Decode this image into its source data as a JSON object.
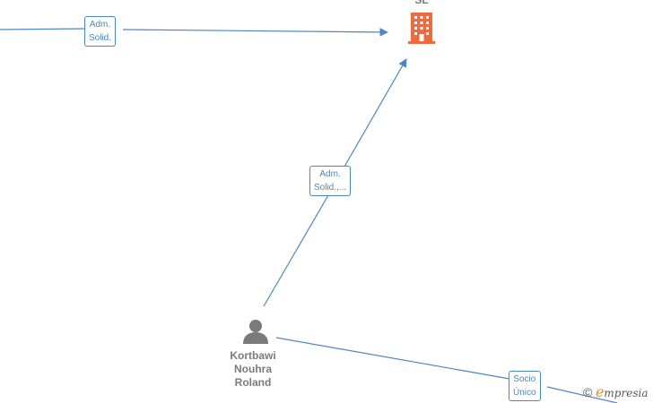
{
  "nodes": {
    "company": {
      "name_visible": "SL",
      "icon": "building-icon",
      "color": "#f26a3c"
    },
    "person": {
      "name_lines": [
        "Kortbawi",
        "Nouhra",
        "Roland"
      ],
      "icon": "person-icon",
      "color": "#7a7a7a"
    }
  },
  "edges": [
    {
      "id": "edge-offscreen-to-company",
      "label_lines": [
        "Adm.",
        "Solid."
      ]
    },
    {
      "id": "edge-person-to-company",
      "label_lines": [
        "Adm.",
        "Solid.,..."
      ]
    },
    {
      "id": "edge-person-to-offscreen",
      "label_lines": [
        "Socio",
        "Único"
      ]
    }
  ],
  "edge_color": "#4a86c8",
  "watermark": {
    "copyright_symbol": "©",
    "brand_initial": "e",
    "brand_rest": "mpresia"
  }
}
